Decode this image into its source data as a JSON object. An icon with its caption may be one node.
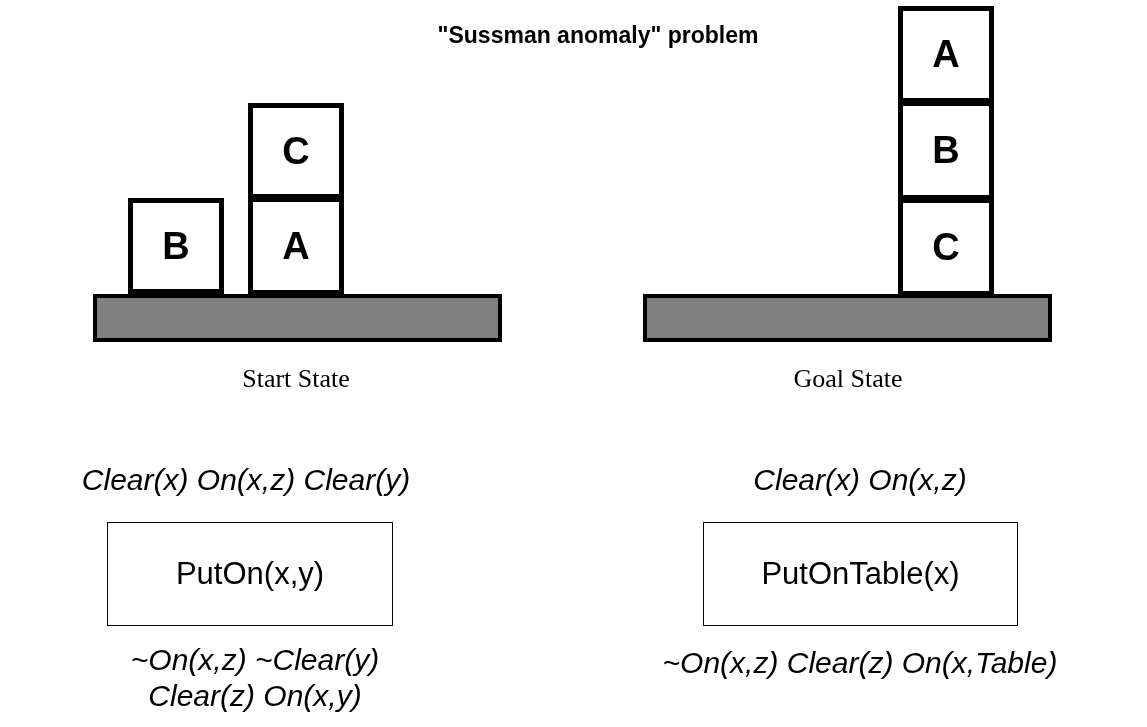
{
  "diagram": {
    "title": "\"Sussman anomaly\" problem",
    "nodes": [
      {
        "text": [
          "C"
        ]
      },
      {
        "text": [
          "B"
        ]
      },
      {
        "text": [
          "A"
        ]
      },
      {
        "text": [
          "A"
        ]
      },
      {
        "text": [
          "B"
        ]
      },
      {
        "text": [
          "C"
        ]
      },
      {
        "text": [
          "PutOn(x,y)"
        ],
        "beside": [
          "Clear(x) On(x,z) Clear(y)",
          "~On(x,z) ~Clear(y) Clear(z) On(x,y)"
        ]
      },
      {
        "text": [
          "PutOnTable(x)"
        ],
        "beside": [
          "Clear(x) On(x,z)",
          "~On(x,z) Clear(z) On(x,Table)"
        ]
      }
    ],
    "edges": [],
    "labels": [
      "Start State",
      "Goal State"
    ]
  }
}
